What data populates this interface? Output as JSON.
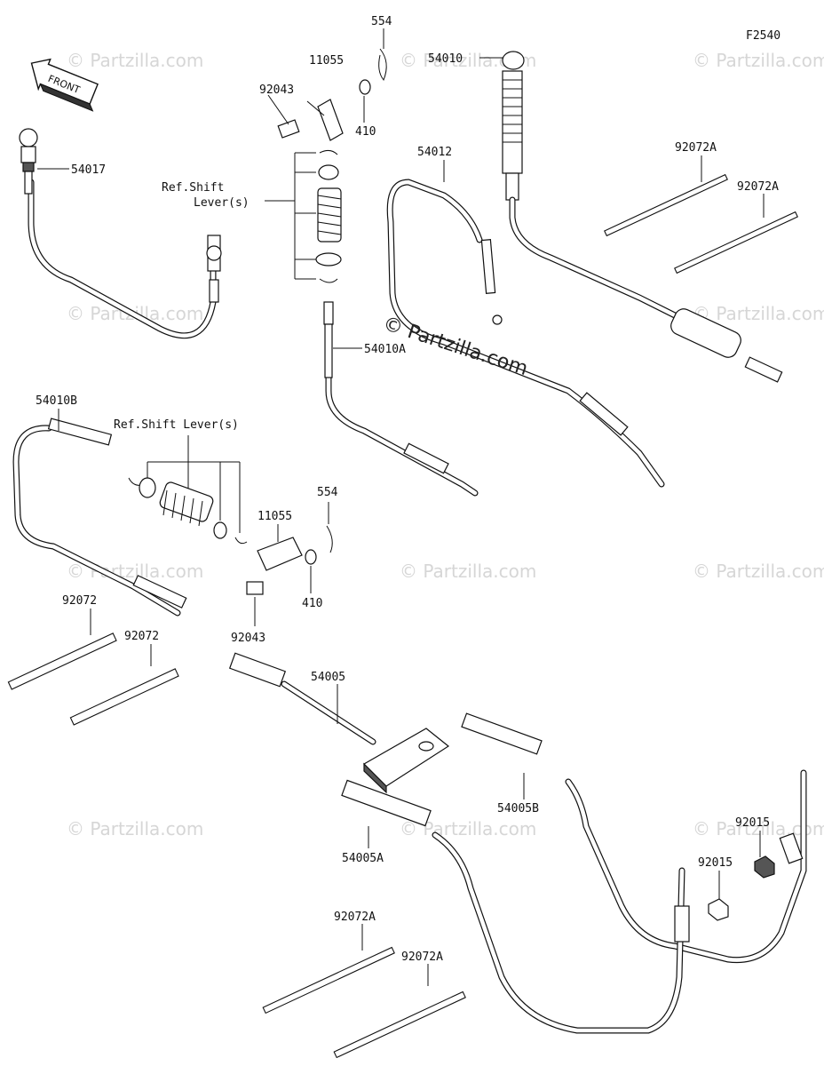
{
  "figure_id": "F2540",
  "front_label": "FRONT",
  "watermark": "© Partzilla.com",
  "watermark_center": "© Partzilla.com",
  "callouts": {
    "c554_top": "554",
    "c11055_top": "11055",
    "c92043_top": "92043",
    "c410_top": "410",
    "c54010": "54010",
    "c54017": "54017",
    "c54012": "54012",
    "c92072A_1": "92072A",
    "c92072A_2": "92072A",
    "c_ref_shift_top_1": "Ref.Shift",
    "c_ref_shift_top_2": "Lever(s)",
    "c54010A": "54010A",
    "c54010B": "54010B",
    "c_ref_shift_mid": "Ref.Shift Lever(s)",
    "c554_mid": "554",
    "c11055_mid": "11055",
    "c410_mid": "410",
    "c92043_mid": "92043",
    "c92072_1": "92072",
    "c92072_2": "92072",
    "c54005": "54005",
    "c54005B": "54005B",
    "c54005A": "54005A",
    "c92015_1": "92015",
    "c92015_2": "92015",
    "c92072A_3": "92072A",
    "c92072A_4": "92072A"
  }
}
